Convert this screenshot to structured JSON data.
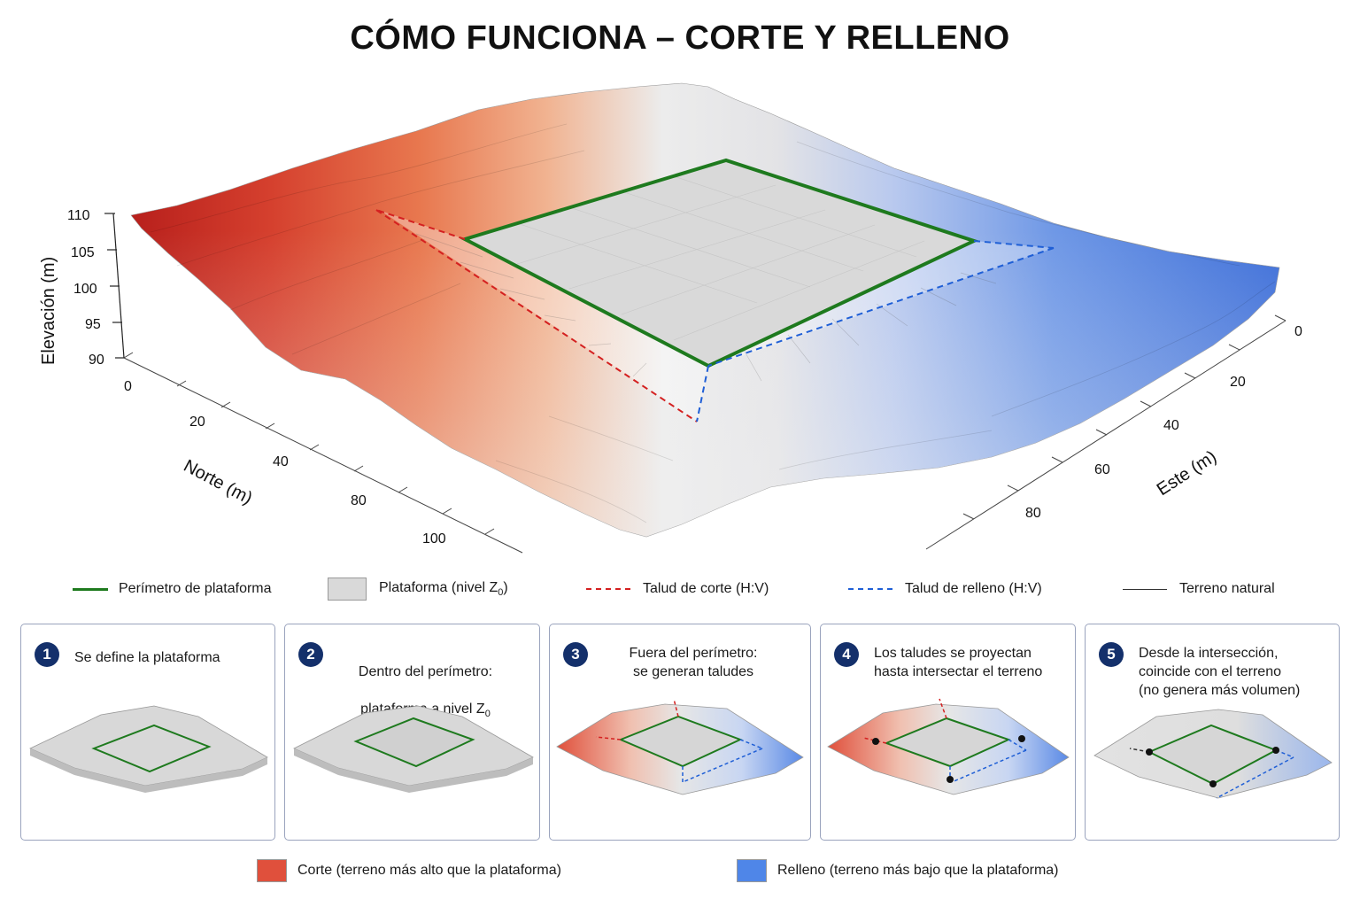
{
  "title": "CÓMO FUNCIONA – CORTE Y RELLENO",
  "axes": {
    "z_label": "Elevación (m)",
    "z_ticks": [
      "110",
      "105",
      "100",
      "95",
      "90"
    ],
    "north_label": "Norte (m)",
    "north_ticks": [
      "0",
      "20",
      "40",
      "80",
      "100"
    ],
    "east_label": "Este (m)",
    "east_ticks": [
      "0",
      "20",
      "40",
      "60",
      "80"
    ]
  },
  "legend": {
    "perimeter": "Perímetro de plataforma",
    "platform": "Plataforma (nivel Z",
    "platform_sub": "0",
    "platform_close": ")",
    "cut_slope": "Talud de corte (H:V)",
    "fill_slope": "Talud de relleno (H:V)",
    "terrain": "Terreno natural"
  },
  "steps": [
    {
      "num": "1",
      "text": "Se define la plataforma"
    },
    {
      "num": "2",
      "text_a": "Dentro del perímetro:",
      "text_b": "plataforma a nivel Z",
      "sub": "0"
    },
    {
      "num": "3",
      "text": "Fuera del perímetro:\nse generan taludes"
    },
    {
      "num": "4",
      "text": "Los taludes se proyectan\nhasta intersectar el terreno"
    },
    {
      "num": "5",
      "text": "Desde la intersección,\ncoincide con el terreno\n(no genera más volumen)"
    }
  ],
  "bottom_legend": {
    "cut": "Corte (terreno más alto que la plataforma)",
    "fill": "Relleno (terreno más bajo que la plataforma)"
  },
  "colors": {
    "perimeter": "#1e7a1e",
    "cut": "#e0503c",
    "fill": "#4f86e8",
    "cut_dash": "#d42020",
    "fill_dash": "#1f5fd6",
    "platform": "#d9d9d9",
    "step_badge": "#14306b"
  }
}
